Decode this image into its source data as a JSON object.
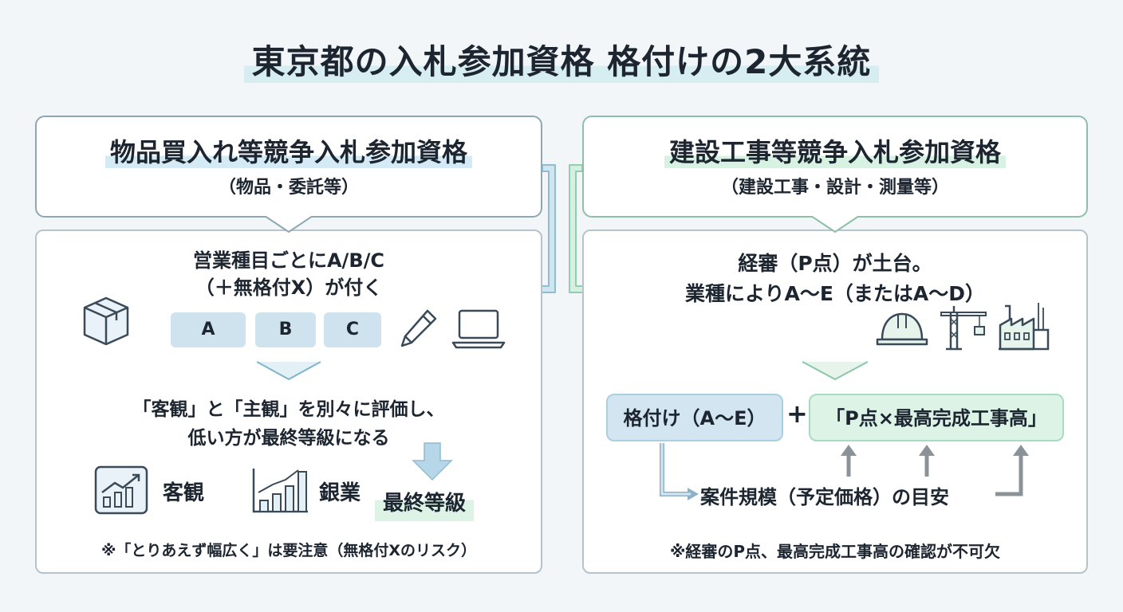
{
  "title": "東京都の入札参加資格 格付けの2大系統",
  "left": {
    "heading": "物品買入れ等競争入札参加資格",
    "subheading": "（物品・委託等）",
    "desc_line1": "営業種目ごとにA/B/C",
    "desc_line2": "（＋無格付X）が付く",
    "grades": [
      "A",
      "B",
      "C"
    ],
    "eval_line1": "「客観」と「主観」を別々に評価し、",
    "eval_line2": "低い方が最終等級になる",
    "objective_label": "客観",
    "business_label": "銀業",
    "final_label": "最終等級",
    "note": "※「とりあえず幅広く」は要注意（無格付Xのリスク）",
    "icons": [
      "package-icon",
      "pen-icon",
      "laptop-icon",
      "chart-up-icon",
      "bar-chart-icon"
    ]
  },
  "right": {
    "heading": "建設工事等競争入札参加資格",
    "subheading": "（建設工事・設計・測量等）",
    "desc_line1": "経審（P点）が土台。",
    "desc_line2": "業種によりA〜E（またはA〜D）",
    "rank_label": "格付け（A〜E）",
    "plus": "+",
    "formula_label": "「P点×最高完成工事高」",
    "scale_label": "案件規模（予定価格）の目安",
    "note": "※経審のP点、最高完成工事高の確認が不可欠",
    "icons": [
      "hardhat-icon",
      "crane-icon",
      "factory-icon"
    ]
  },
  "colors": {
    "blue_box": "#cfe3ef",
    "green_box": "#dcf3e6",
    "blue_arrow": "#a9cfe0",
    "green_arrow": "#a8dcc0"
  }
}
